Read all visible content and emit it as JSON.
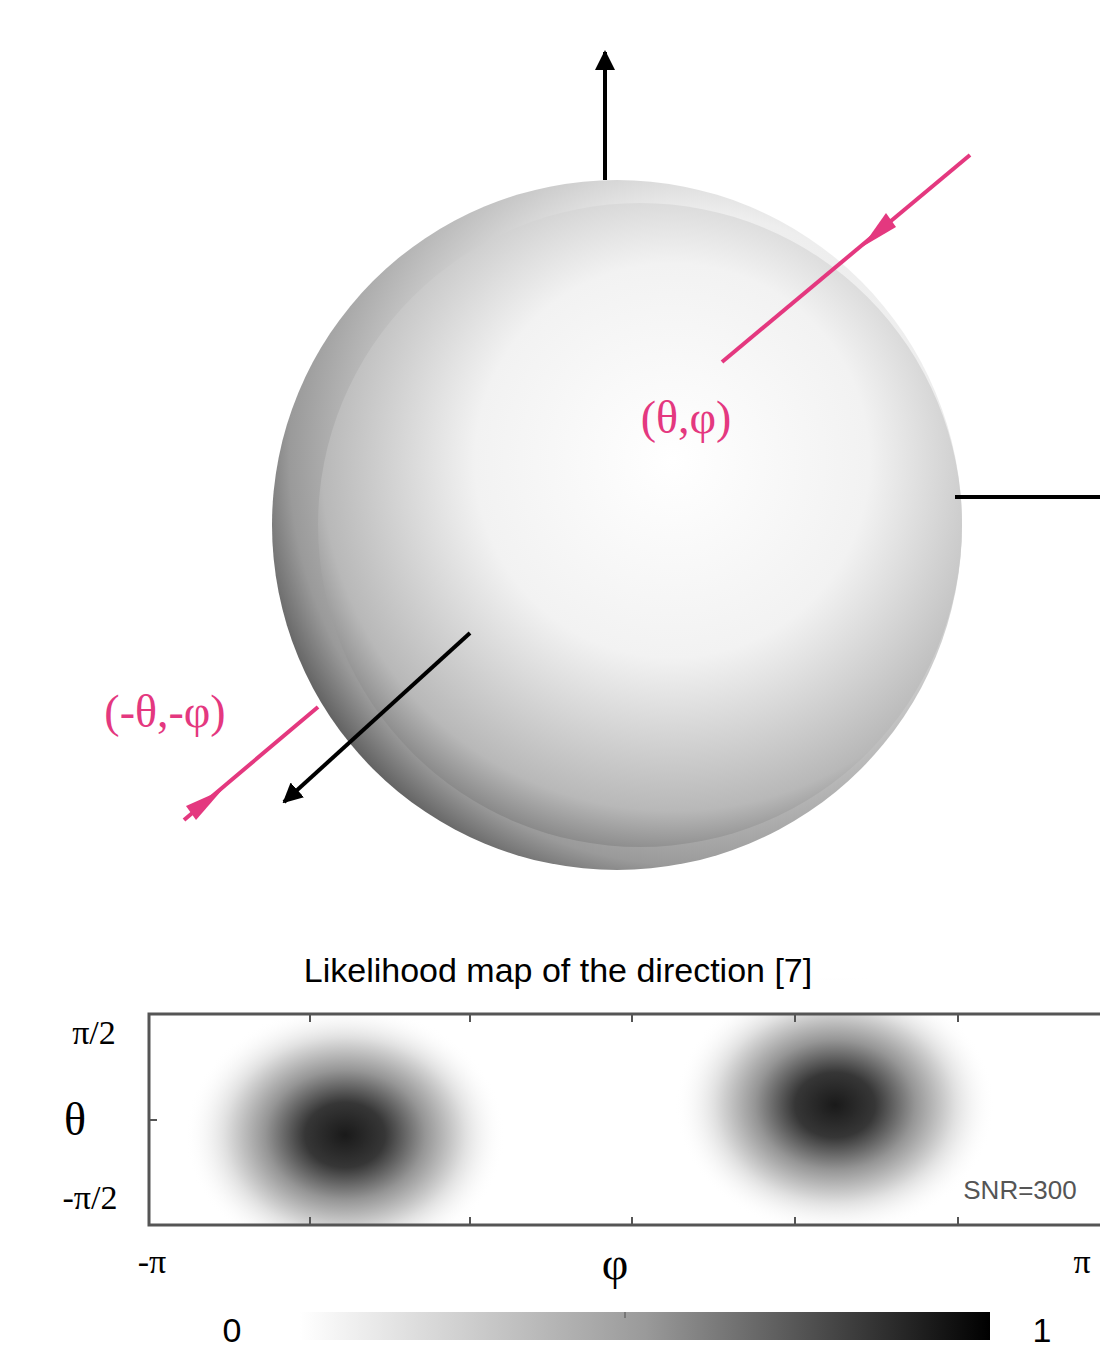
{
  "diagram": {
    "title": "Likelihood map of the direction [7]",
    "labels": [
      "(θ,φ)",
      "(-θ,-φ)",
      "π/2",
      "θ",
      "-π/2",
      "-π",
      "φ",
      "π",
      "SNR=300",
      "0",
      "1"
    ]
  }
}
